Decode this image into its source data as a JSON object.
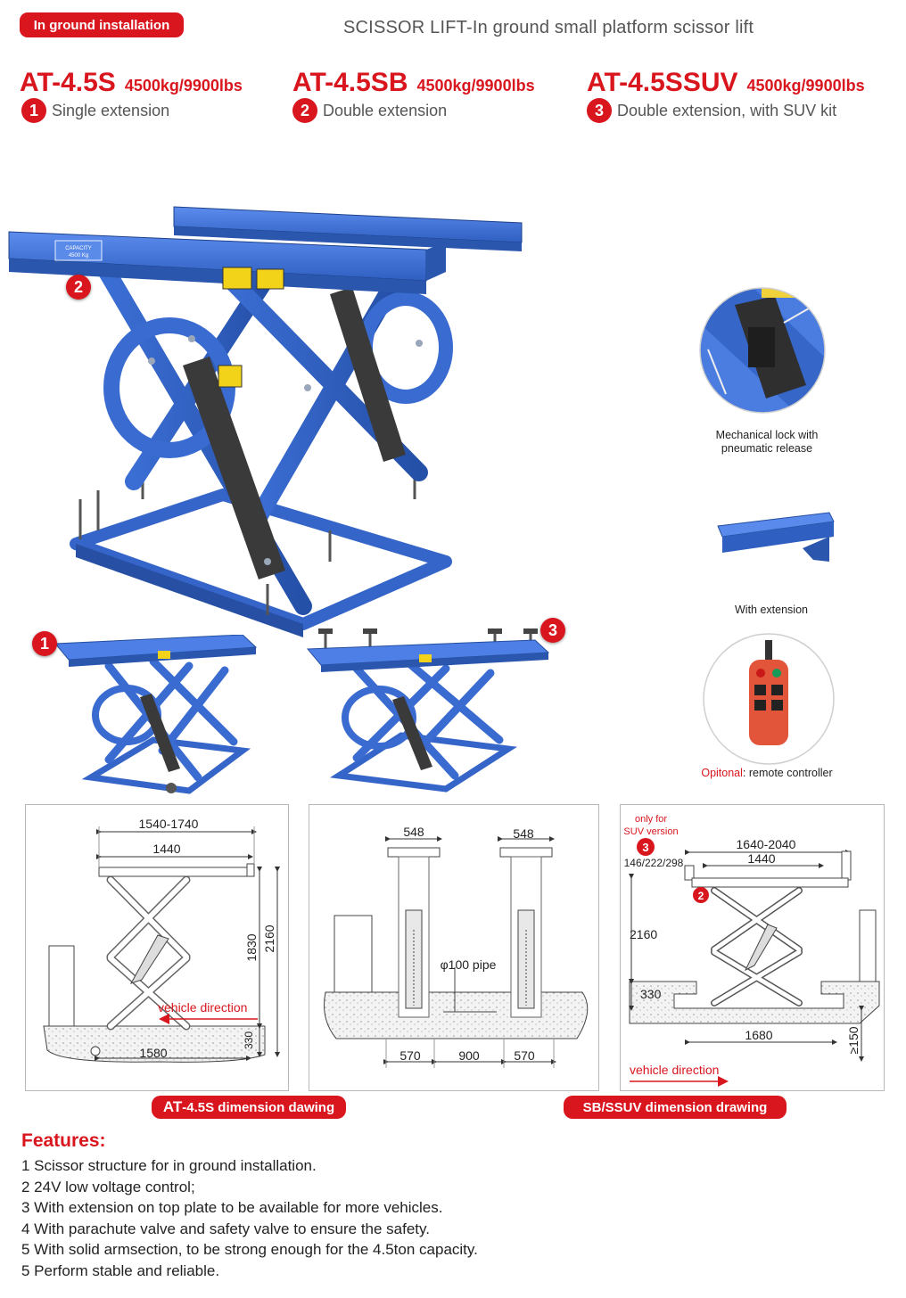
{
  "header": {
    "badge": "In ground installation",
    "title": "SCISSOR LIFT-In ground small platform scissor lift"
  },
  "models": [
    {
      "name": "AT-4.5S",
      "capacity": "4500kg/9900lbs",
      "num": "1",
      "desc": "Single extension"
    },
    {
      "name": "AT-4.5SB",
      "capacity": "4500kg/9900lbs",
      "num": "2",
      "desc": "Double extension"
    },
    {
      "name": "AT-4.5SSUV",
      "capacity": "4500kg/9900lbs",
      "num": "3",
      "desc": "Double extension, with SUV kit"
    }
  ],
  "product": {
    "capacity_label": "CAPACITY",
    "capacity_value": "4500 Kg",
    "markers": [
      "2",
      "1",
      "3"
    ]
  },
  "side_features": {
    "lock_caption_1": "Mechanical lock with",
    "lock_caption_2": "pneumatic release",
    "extension_caption": "With extension",
    "remote_prefix": "Opitonal",
    "remote_suffix": ": remote controller"
  },
  "drawing_s": {
    "dim_total": "1540-1740",
    "dim_platform": "1440",
    "dim_height_a": "1830",
    "dim_height_b": "2160",
    "dim_pit": "330",
    "dim_base": "1580",
    "direction": "vehicle direction",
    "label": "AT-4.5S dimension dawing",
    "label_prefix": "AT",
    "label_rest": "-4.5S dimension dawing"
  },
  "drawing_front": {
    "dim_left": "548",
    "dim_right": "548",
    "pipe": "φ100 pipe",
    "dim_a": "570",
    "dim_b": "900",
    "dim_c": "570"
  },
  "drawing_sb": {
    "note_1": "only for",
    "note_2": "SUV version",
    "marker_top": "3",
    "marker_mid": "2",
    "dim_adapter": "146/222/298",
    "dim_total": "1640-2040",
    "dim_platform": "1440",
    "dim_height": "2160",
    "dim_pit": "330",
    "dim_base": "1680",
    "dim_depth": "≥150",
    "direction": "vehicle direction",
    "label": "SB/SSUV dimension drawing"
  },
  "features": {
    "title": "Features:",
    "items": [
      "1 Scissor structure for in ground installation.",
      "2 24V low voltage control;",
      "3 With extension on top plate to be available for more vehicles.",
      "4 With parachute valve and safety valve to ensure the safety.",
      "5 With solid armsection, to be strong enough for the 4.5ton capacity.",
      "5 Perform stable and reliable."
    ]
  },
  "colors": {
    "brand_red": "#d9161e",
    "lift_blue": "#3e72d6",
    "lift_blue_dark": "#2a56ad",
    "cylinder": "#3a3a3a"
  }
}
